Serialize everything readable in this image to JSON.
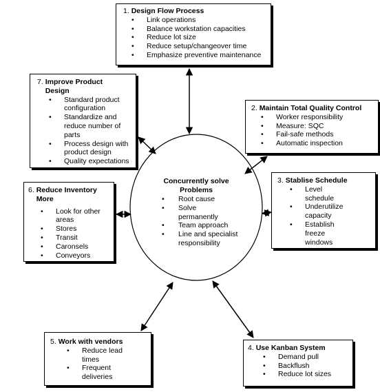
{
  "center": {
    "title_line1": "Concurrently solve",
    "title_line2": "Problems",
    "items": [
      "Root cause",
      "Solve permanently",
      "Team approach",
      "Line and specialist responsibility"
    ]
  },
  "boxes": [
    {
      "number": "1.",
      "title": "Design Flow Process",
      "items": [
        "Link operations",
        "Balance workstation capacities",
        "Reduce lot size",
        "Reduce setup/changeover time",
        "Emphasize preventive maintenance"
      ]
    },
    {
      "number": "2.",
      "title": "Maintain Total Quality Control",
      "items": [
        "Worker responsibility",
        "Measure: SQC",
        "Fail-safe methods",
        "Automatic inspection"
      ]
    },
    {
      "number": "3.",
      "title": "Stablise Schedule",
      "items": [
        "Level schedule",
        "Underutilize capacity",
        "Establish freeze windows"
      ]
    },
    {
      "number": "4.",
      "title": "Use Kanban System",
      "items": [
        "Demand pull",
        "Backflush",
        "Reduce lot sizes"
      ]
    },
    {
      "number": "5.",
      "title": "Work with vendors",
      "items": [
        "Reduce lead times",
        "Frequent deliveries"
      ]
    },
    {
      "number": "6.",
      "title": "Reduce Inventory More",
      "items": [
        "Look for other areas",
        "Stores",
        "Transit",
        "Caronsels",
        "Conveyors"
      ]
    },
    {
      "number": "7.",
      "title": "Improve Product Design",
      "items": [
        "Standard product configuration",
        "Standardize and reduce number of parts",
        "Process design with product design",
        "Quality expectations"
      ]
    }
  ]
}
